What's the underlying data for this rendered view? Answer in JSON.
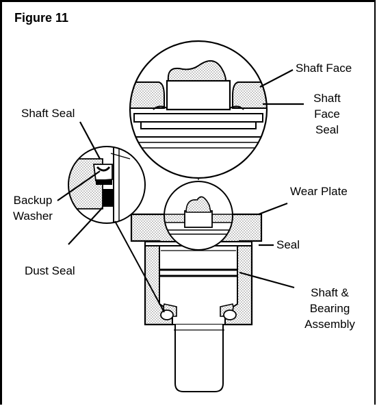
{
  "figure": {
    "title": "Figure 11"
  },
  "labels": {
    "shaft_face": "Shaft Face",
    "shaft_face_seal_1": "Shaft",
    "shaft_face_seal_2": "Face",
    "shaft_face_seal_3": "Seal",
    "shaft_seal": "Shaft Seal",
    "backup_washer_1": "Backup",
    "backup_washer_2": "Washer",
    "dust_seal": "Dust Seal",
    "wear_plate": "Wear Plate",
    "seal": "Seal",
    "assembly_1": "Shaft &",
    "assembly_2": "Bearing",
    "assembly_3": "Assembly"
  },
  "colors": {
    "line": "#000000",
    "hatch": "#c9c9c9",
    "background": "#ffffff"
  }
}
